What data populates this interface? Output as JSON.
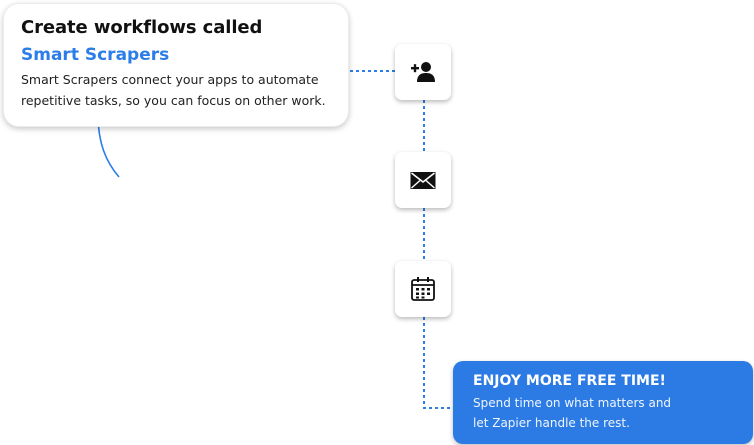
{
  "callout": {
    "title": "Create workflows called",
    "subtitle": "Smart Scrapers",
    "body": "Smart Scrapers connect your apps to automate repetitive tasks, so you can focus on other work."
  },
  "steps": [
    {
      "icon": "add-user-icon"
    },
    {
      "icon": "envelope-icon"
    },
    {
      "icon": "calendar-icon"
    }
  ],
  "result": {
    "title": "ENJOY MORE FREE TIME!",
    "body_line1": "Spend time on what matters and",
    "body_line2": "let Zapier handle the rest."
  },
  "colors": {
    "accent": "#2b7de9",
    "result_bg": "#2c7be4",
    "connector": "#2b7de9"
  }
}
